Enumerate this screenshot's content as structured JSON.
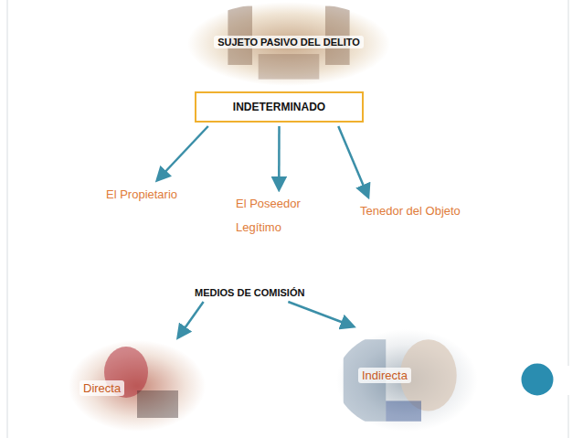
{
  "diagram": {
    "nodes": [
      {
        "text": [
          "SUJETO PASIVO DEL DELITO"
        ]
      },
      {
        "text": [
          "INDETERMINADO"
        ]
      },
      {
        "text": [
          "El Propietario"
        ]
      },
      {
        "text": [
          "El Poseedor Legítimo"
        ]
      },
      {
        "text": [
          "Tenedor del Objeto"
        ]
      },
      {
        "text": [
          "MEDIOS DE COMISIÓN"
        ]
      },
      {
        "text": [
          "Directa"
        ]
      },
      {
        "text": [
          "Indirecta"
        ]
      }
    ],
    "edges": [
      {
        "from": 1,
        "to": 2,
        "arrow": "to"
      },
      {
        "from": 1,
        "to": 3,
        "arrow": "to"
      },
      {
        "from": 1,
        "to": 4,
        "arrow": "to"
      },
      {
        "from": 5,
        "to": 6,
        "arrow": "to"
      },
      {
        "from": 5,
        "to": 7,
        "arrow": "to"
      }
    ]
  }
}
